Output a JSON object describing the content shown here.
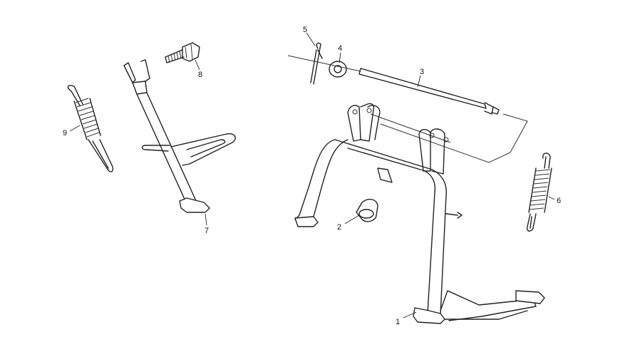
{
  "callouts": {
    "c1": "1",
    "c2": "2",
    "c3": "3",
    "c4": "4",
    "c5": "5",
    "c6": "6",
    "c7": "7",
    "c8": "8",
    "c9": "9"
  },
  "colors": {
    "background": "#ffffff",
    "line": "#222222"
  }
}
